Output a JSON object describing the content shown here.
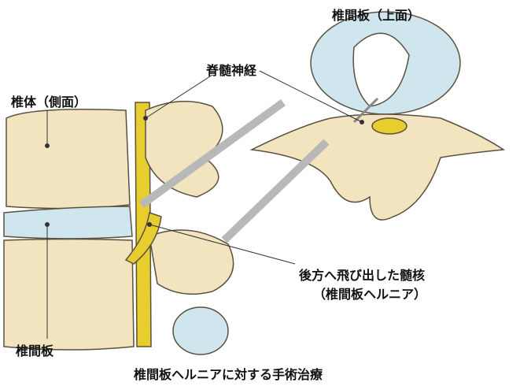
{
  "labels": {
    "disc_top": "椎間板（上面）",
    "spinal_nerve": "脊髄神経",
    "vertebral_body": "椎体（側面）",
    "disc": "椎間板",
    "herniated_nucleus": "後方へ飛び出した髄核",
    "herniation": "（椎間板ヘルニア）",
    "caption": "椎間板ヘルニアに対する手術治療"
  },
  "colors": {
    "bone": "#f1e4bf",
    "bone_stroke": "#5a5040",
    "disc": "#cfe6ee",
    "nerve": "#e8cd2e",
    "instrument": "#b8b8b8"
  }
}
